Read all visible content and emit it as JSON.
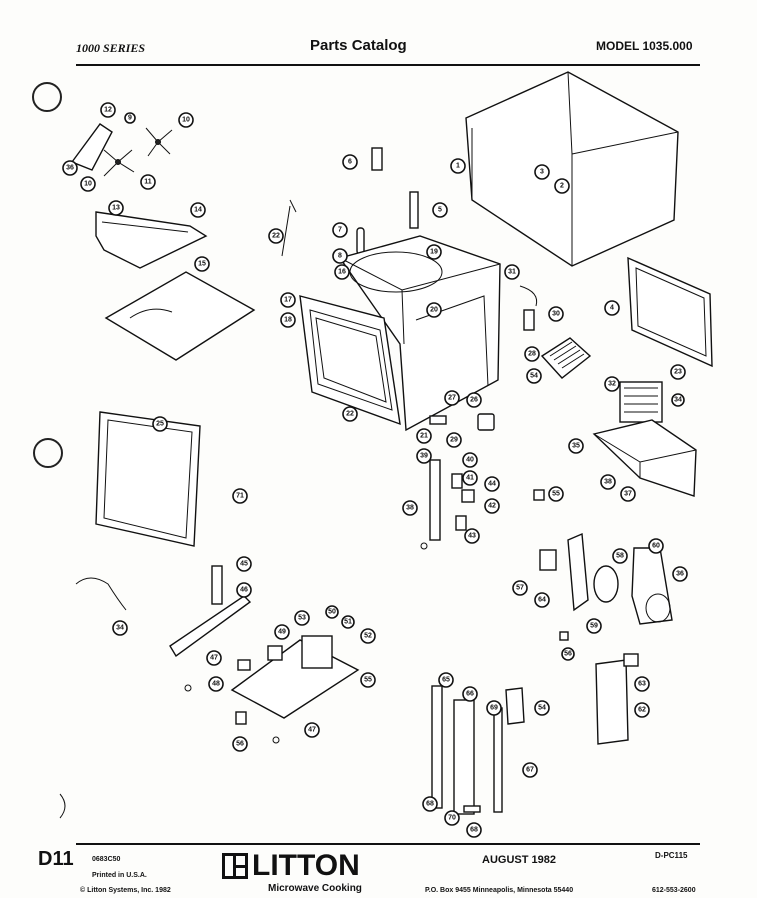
{
  "header": {
    "series": "1000 SERIES",
    "title": "Parts Catalog",
    "model": "MODEL 1035.000"
  },
  "footer": {
    "page": "D11",
    "code": "0683C50",
    "printed": "Printed in U.S.A.",
    "copyright": "© Litton Systems, Inc. 1982",
    "brand": "LITTON",
    "brand_sub": "Microwave Cooking",
    "date": "AUGUST 1982",
    "doc_id": "D-PC115",
    "address": "P.O. Box 9455 Minneapolis, Minnesota 55440",
    "phone": "612-553-2600"
  },
  "callouts": [
    {
      "id": "c12",
      "label": "12"
    },
    {
      "id": "c9",
      "label": "9"
    },
    {
      "id": "c10a",
      "label": "10"
    },
    {
      "id": "c36a",
      "label": "36"
    },
    {
      "id": "c10b",
      "label": "10"
    },
    {
      "id": "c11",
      "label": "11"
    },
    {
      "id": "c13",
      "label": "13"
    },
    {
      "id": "c14",
      "label": "14"
    },
    {
      "id": "c15",
      "label": "15"
    },
    {
      "id": "c6",
      "label": "6"
    },
    {
      "id": "c5",
      "label": "5"
    },
    {
      "id": "c1",
      "label": "1"
    },
    {
      "id": "c3",
      "label": "3"
    },
    {
      "id": "c2",
      "label": "2"
    },
    {
      "id": "c22a",
      "label": "22"
    },
    {
      "id": "c7",
      "label": "7"
    },
    {
      "id": "c8",
      "label": "8"
    },
    {
      "id": "c19",
      "label": "19"
    },
    {
      "id": "c16",
      "label": "16"
    },
    {
      "id": "c17",
      "label": "17"
    },
    {
      "id": "c18",
      "label": "18"
    },
    {
      "id": "c20",
      "label": "20"
    },
    {
      "id": "c31",
      "label": "31"
    },
    {
      "id": "c4",
      "label": "4"
    },
    {
      "id": "c30",
      "label": "30"
    },
    {
      "id": "c28",
      "label": "28"
    },
    {
      "id": "c54a",
      "label": "54"
    },
    {
      "id": "c32",
      "label": "32"
    },
    {
      "id": "c23",
      "label": "23"
    },
    {
      "id": "c34",
      "label": "34"
    },
    {
      "id": "c27",
      "label": "27"
    },
    {
      "id": "c22b",
      "label": "22"
    },
    {
      "id": "c26",
      "label": "26"
    },
    {
      "id": "c21",
      "label": "21"
    },
    {
      "id": "c29",
      "label": "29"
    },
    {
      "id": "c25",
      "label": "25"
    },
    {
      "id": "c35",
      "label": "35"
    },
    {
      "id": "c38",
      "label": "38"
    },
    {
      "id": "c37",
      "label": "37"
    },
    {
      "id": "c71",
      "label": "71"
    },
    {
      "id": "c39",
      "label": "39"
    },
    {
      "id": "c40",
      "label": "40"
    },
    {
      "id": "c41",
      "label": "41"
    },
    {
      "id": "c44",
      "label": "44"
    },
    {
      "id": "c42",
      "label": "42"
    },
    {
      "id": "c55",
      "label": "55"
    },
    {
      "id": "c38b",
      "label": "38"
    },
    {
      "id": "c43",
      "label": "43"
    },
    {
      "id": "c45",
      "label": "45"
    },
    {
      "id": "c46",
      "label": "46"
    },
    {
      "id": "c57",
      "label": "57"
    },
    {
      "id": "c58",
      "label": "58"
    },
    {
      "id": "c60",
      "label": "60"
    },
    {
      "id": "c36b",
      "label": "36"
    },
    {
      "id": "c34b",
      "label": "34"
    },
    {
      "id": "c64",
      "label": "64"
    },
    {
      "id": "c59",
      "label": "59"
    },
    {
      "id": "c56a",
      "label": "56"
    },
    {
      "id": "c53",
      "label": "53"
    },
    {
      "id": "c50",
      "label": "50"
    },
    {
      "id": "c49",
      "label": "49"
    },
    {
      "id": "c51",
      "label": "51"
    },
    {
      "id": "c52",
      "label": "52"
    },
    {
      "id": "c47a",
      "label": "47"
    },
    {
      "id": "c48",
      "label": "48"
    },
    {
      "id": "c65",
      "label": "65"
    },
    {
      "id": "c55b",
      "label": "55"
    },
    {
      "id": "c66",
      "label": "66"
    },
    {
      "id": "c54b",
      "label": "54"
    },
    {
      "id": "c63",
      "label": "63"
    },
    {
      "id": "c69",
      "label": "69"
    },
    {
      "id": "c62",
      "label": "62"
    },
    {
      "id": "c56b",
      "label": "56"
    },
    {
      "id": "c47b",
      "label": "47"
    },
    {
      "id": "c67",
      "label": "67"
    },
    {
      "id": "c68",
      "label": "68"
    },
    {
      "id": "c70",
      "label": "70"
    },
    {
      "id": "c68b",
      "label": "68"
    }
  ]
}
